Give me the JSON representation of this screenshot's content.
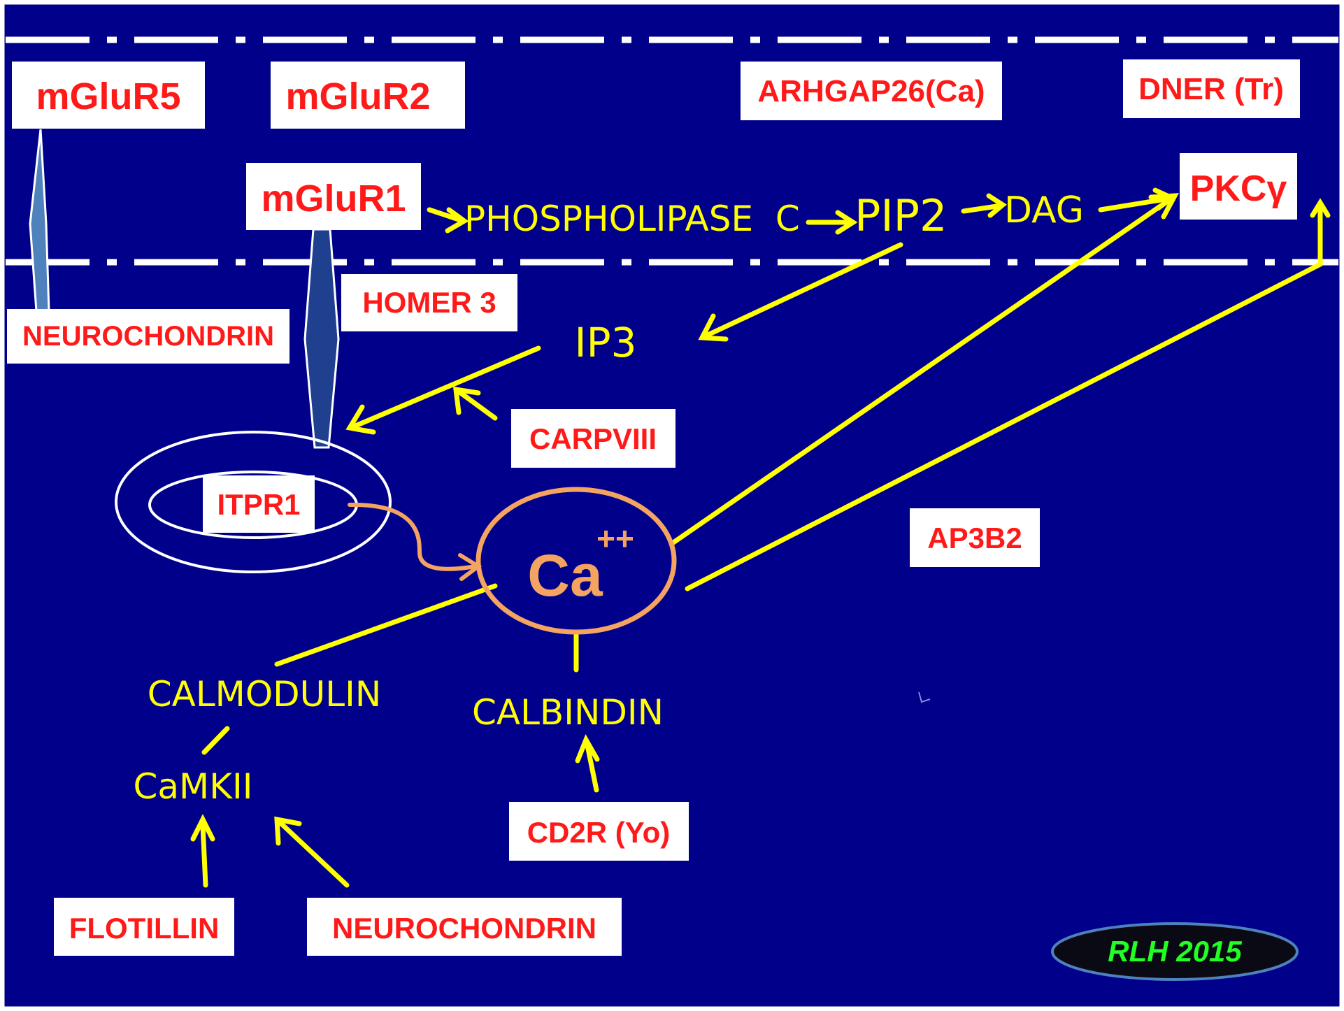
{
  "colors": {
    "background": "#00008b",
    "frame": "#ffffff",
    "membrane": "#ffffff",
    "box_fill": "#ffffff",
    "box_text": "#ff1a1a",
    "pathway": "#ffff00",
    "calcium": "#f4a460",
    "receptor_light": "#4f81bd",
    "receptor_dark": "#1f3f8f",
    "signature_fill": "#0a0a14",
    "signature_text": "#22ff22"
  },
  "boxes": {
    "mglur5": "mGluR5",
    "mglur2": "mGluR2",
    "arhgap26": "ARHGAP26(Ca)",
    "dner": "DNER (Tr)",
    "mglur1": "mGluR1",
    "pkcg": "PKCγ",
    "neurochondrin_top": "NEUROCHONDRIN",
    "homer3": "HOMER 3",
    "carpviii": "CARPVIII",
    "itpr1": "ITPR1",
    "ap3b2": "AP3B2",
    "cd2r": "CD2R (Yo)",
    "flotillin": "FLOTILLIN",
    "neurochondrin_bottom": "NEUROCHONDRIN"
  },
  "labels": {
    "phospholipase": "PHOSPHOLIPASE  C",
    "pip2": "PIP2",
    "dag": "DAG",
    "ip3": "IP3",
    "calmodulin": "CALMODULIN",
    "calbindin": "CALBINDIN",
    "camkii": "CaMKII"
  },
  "calcium": {
    "symbol": "Ca",
    "charge": "++"
  },
  "signature": "RLH 2015",
  "icons": {
    "arrow": "arrowhead-icon",
    "receptor": "spindle-receptor-icon"
  }
}
